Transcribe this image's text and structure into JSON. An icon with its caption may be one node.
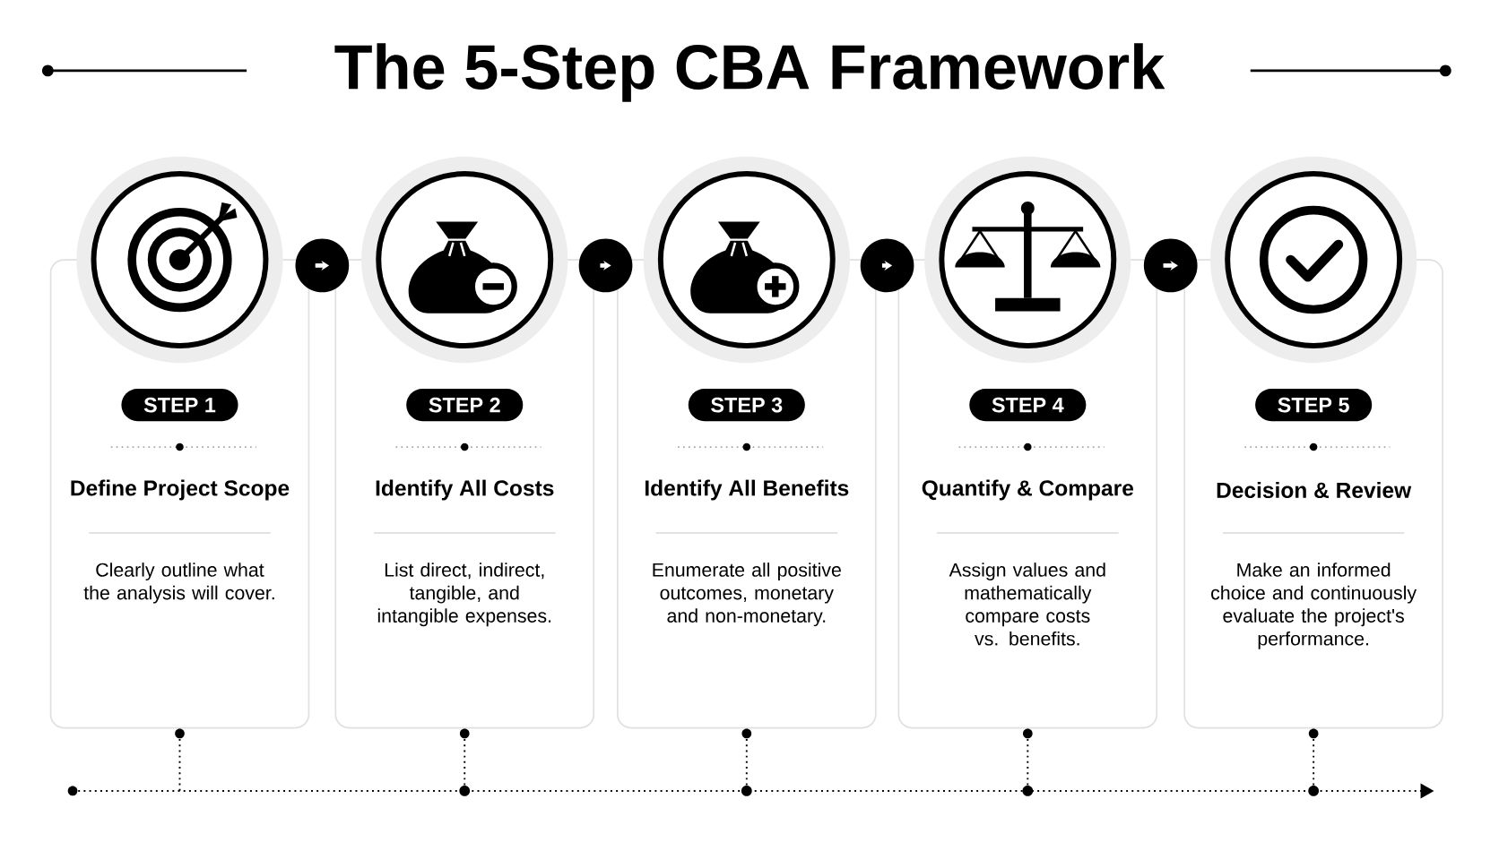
{
  "diagram": {
    "title": "The 5-Step CBA Framework",
    "nodes": [
      {
        "text": [
          "Define Project Scope",
          "Clearly outline what the analysis will cover."
        ]
      },
      {
        "text": [
          "STEP 1"
        ],
        "in": 0
      },
      {
        "text": [
          "Identify All Costs",
          "List direct, indirect, tangible, and intangible expenses."
        ]
      },
      {
        "text": [
          "STEP 2"
        ],
        "in": 2
      },
      {
        "text": [
          "Identify All Benefits",
          "Enumerate all positive outcomes, monetary and non-monetary."
        ]
      },
      {
        "text": [
          "STEP 3"
        ],
        "in": 4
      },
      {
        "text": [
          "Quantify & Compare",
          "Assign values and mathematically compare costs vs. benefits."
        ]
      },
      {
        "text": [
          "STEP 4"
        ],
        "in": 6
      },
      {
        "text": [
          "Decision & Review",
          "Make an informed choice and continuously evaluate the project's performance."
        ]
      },
      {
        "text": [
          "STEP 5"
        ],
        "in": 8
      }
    ],
    "edges": [
      {
        "from": 0,
        "to": 2,
        "arrow": "to"
      },
      {
        "from": 2,
        "to": 4,
        "arrow": "to"
      },
      {
        "from": 4,
        "to": 6,
        "arrow": "to"
      },
      {
        "from": 6,
        "to": 8,
        "arrow": "to"
      }
    ]
  }
}
